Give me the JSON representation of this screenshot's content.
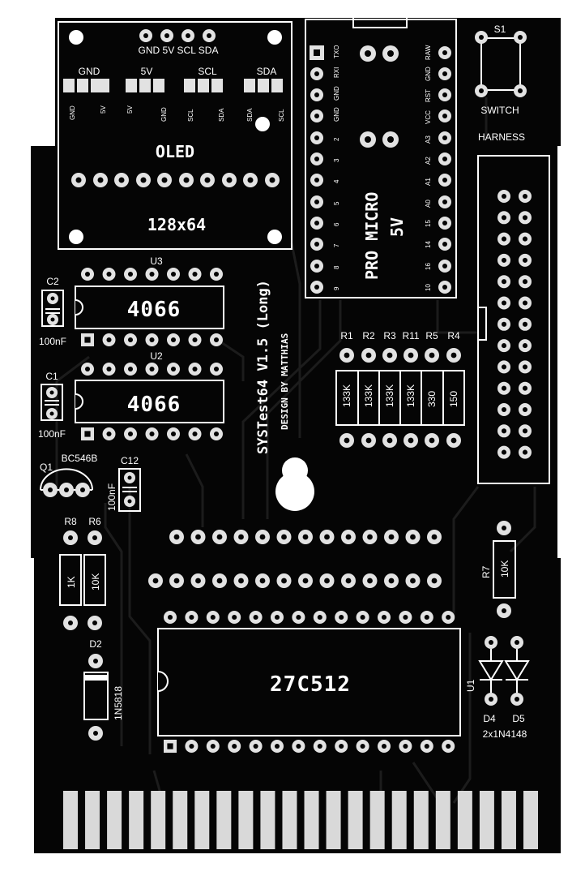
{
  "board": {
    "title": "SYSTest64 V1.5 (Long)",
    "credit": "DESIGN BY MATTHIAS",
    "colors": {
      "pcb": "#050505",
      "silk": "#ffffff",
      "trace": "#1a1a1a",
      "pad": "#e4e4e4",
      "finger": "#d9d9d9"
    }
  },
  "oled": {
    "header_pins": "GND 5V SCL SDA",
    "jumpers": [
      "GND",
      "5V",
      "SCL",
      "SDA"
    ],
    "jumper_sub": [
      "GND",
      "5V",
      "5V",
      "GND",
      "SCL",
      "SDA",
      "SDA",
      "SCL"
    ],
    "title": "OLED",
    "resolution": "128x64"
  },
  "promicro": {
    "label_line1": "PRO MICRO",
    "label_line2": "5V",
    "left_pins": [
      "TXO",
      "RXI",
      "GND",
      "GND",
      "2",
      "3",
      "4",
      "5",
      "6",
      "7",
      "8",
      "9"
    ],
    "right_pins": [
      "RAW",
      "GND",
      "RST",
      "VCC",
      "A3",
      "A2",
      "A1",
      "A0",
      "15",
      "14",
      "16",
      "10"
    ]
  },
  "switch": {
    "ref": "S1",
    "label": "SWITCH"
  },
  "harness": {
    "label": "HARNESS"
  },
  "u3": {
    "ref": "U3",
    "chip": "4066"
  },
  "u2": {
    "ref": "U2",
    "chip": "4066"
  },
  "c2": {
    "ref": "C2",
    "value": "100nF"
  },
  "c1": {
    "ref": "C1",
    "value": "100nF"
  },
  "q1": {
    "ref": "Q1",
    "part": "BC546B"
  },
  "c12": {
    "ref": "C12",
    "value": "100nF"
  },
  "resistor_bank": {
    "refs": [
      "R1",
      "R2",
      "R3",
      "R11",
      "R5",
      "R4"
    ],
    "values": [
      "133K",
      "133K",
      "133K",
      "133K",
      "330",
      "150"
    ]
  },
  "r8": {
    "ref": "R8",
    "value": "1K"
  },
  "r6": {
    "ref": "R6",
    "value": "10K"
  },
  "r7": {
    "ref": "R7",
    "value": "10K"
  },
  "d2": {
    "ref": "D2",
    "part": "1N5818"
  },
  "eprom": {
    "ref": "U1",
    "chip": "27C512"
  },
  "diodes": {
    "d4": "D4",
    "d5": "D5",
    "part": "2x1N4148"
  },
  "edge_connector": {
    "finger_count": 22
  }
}
